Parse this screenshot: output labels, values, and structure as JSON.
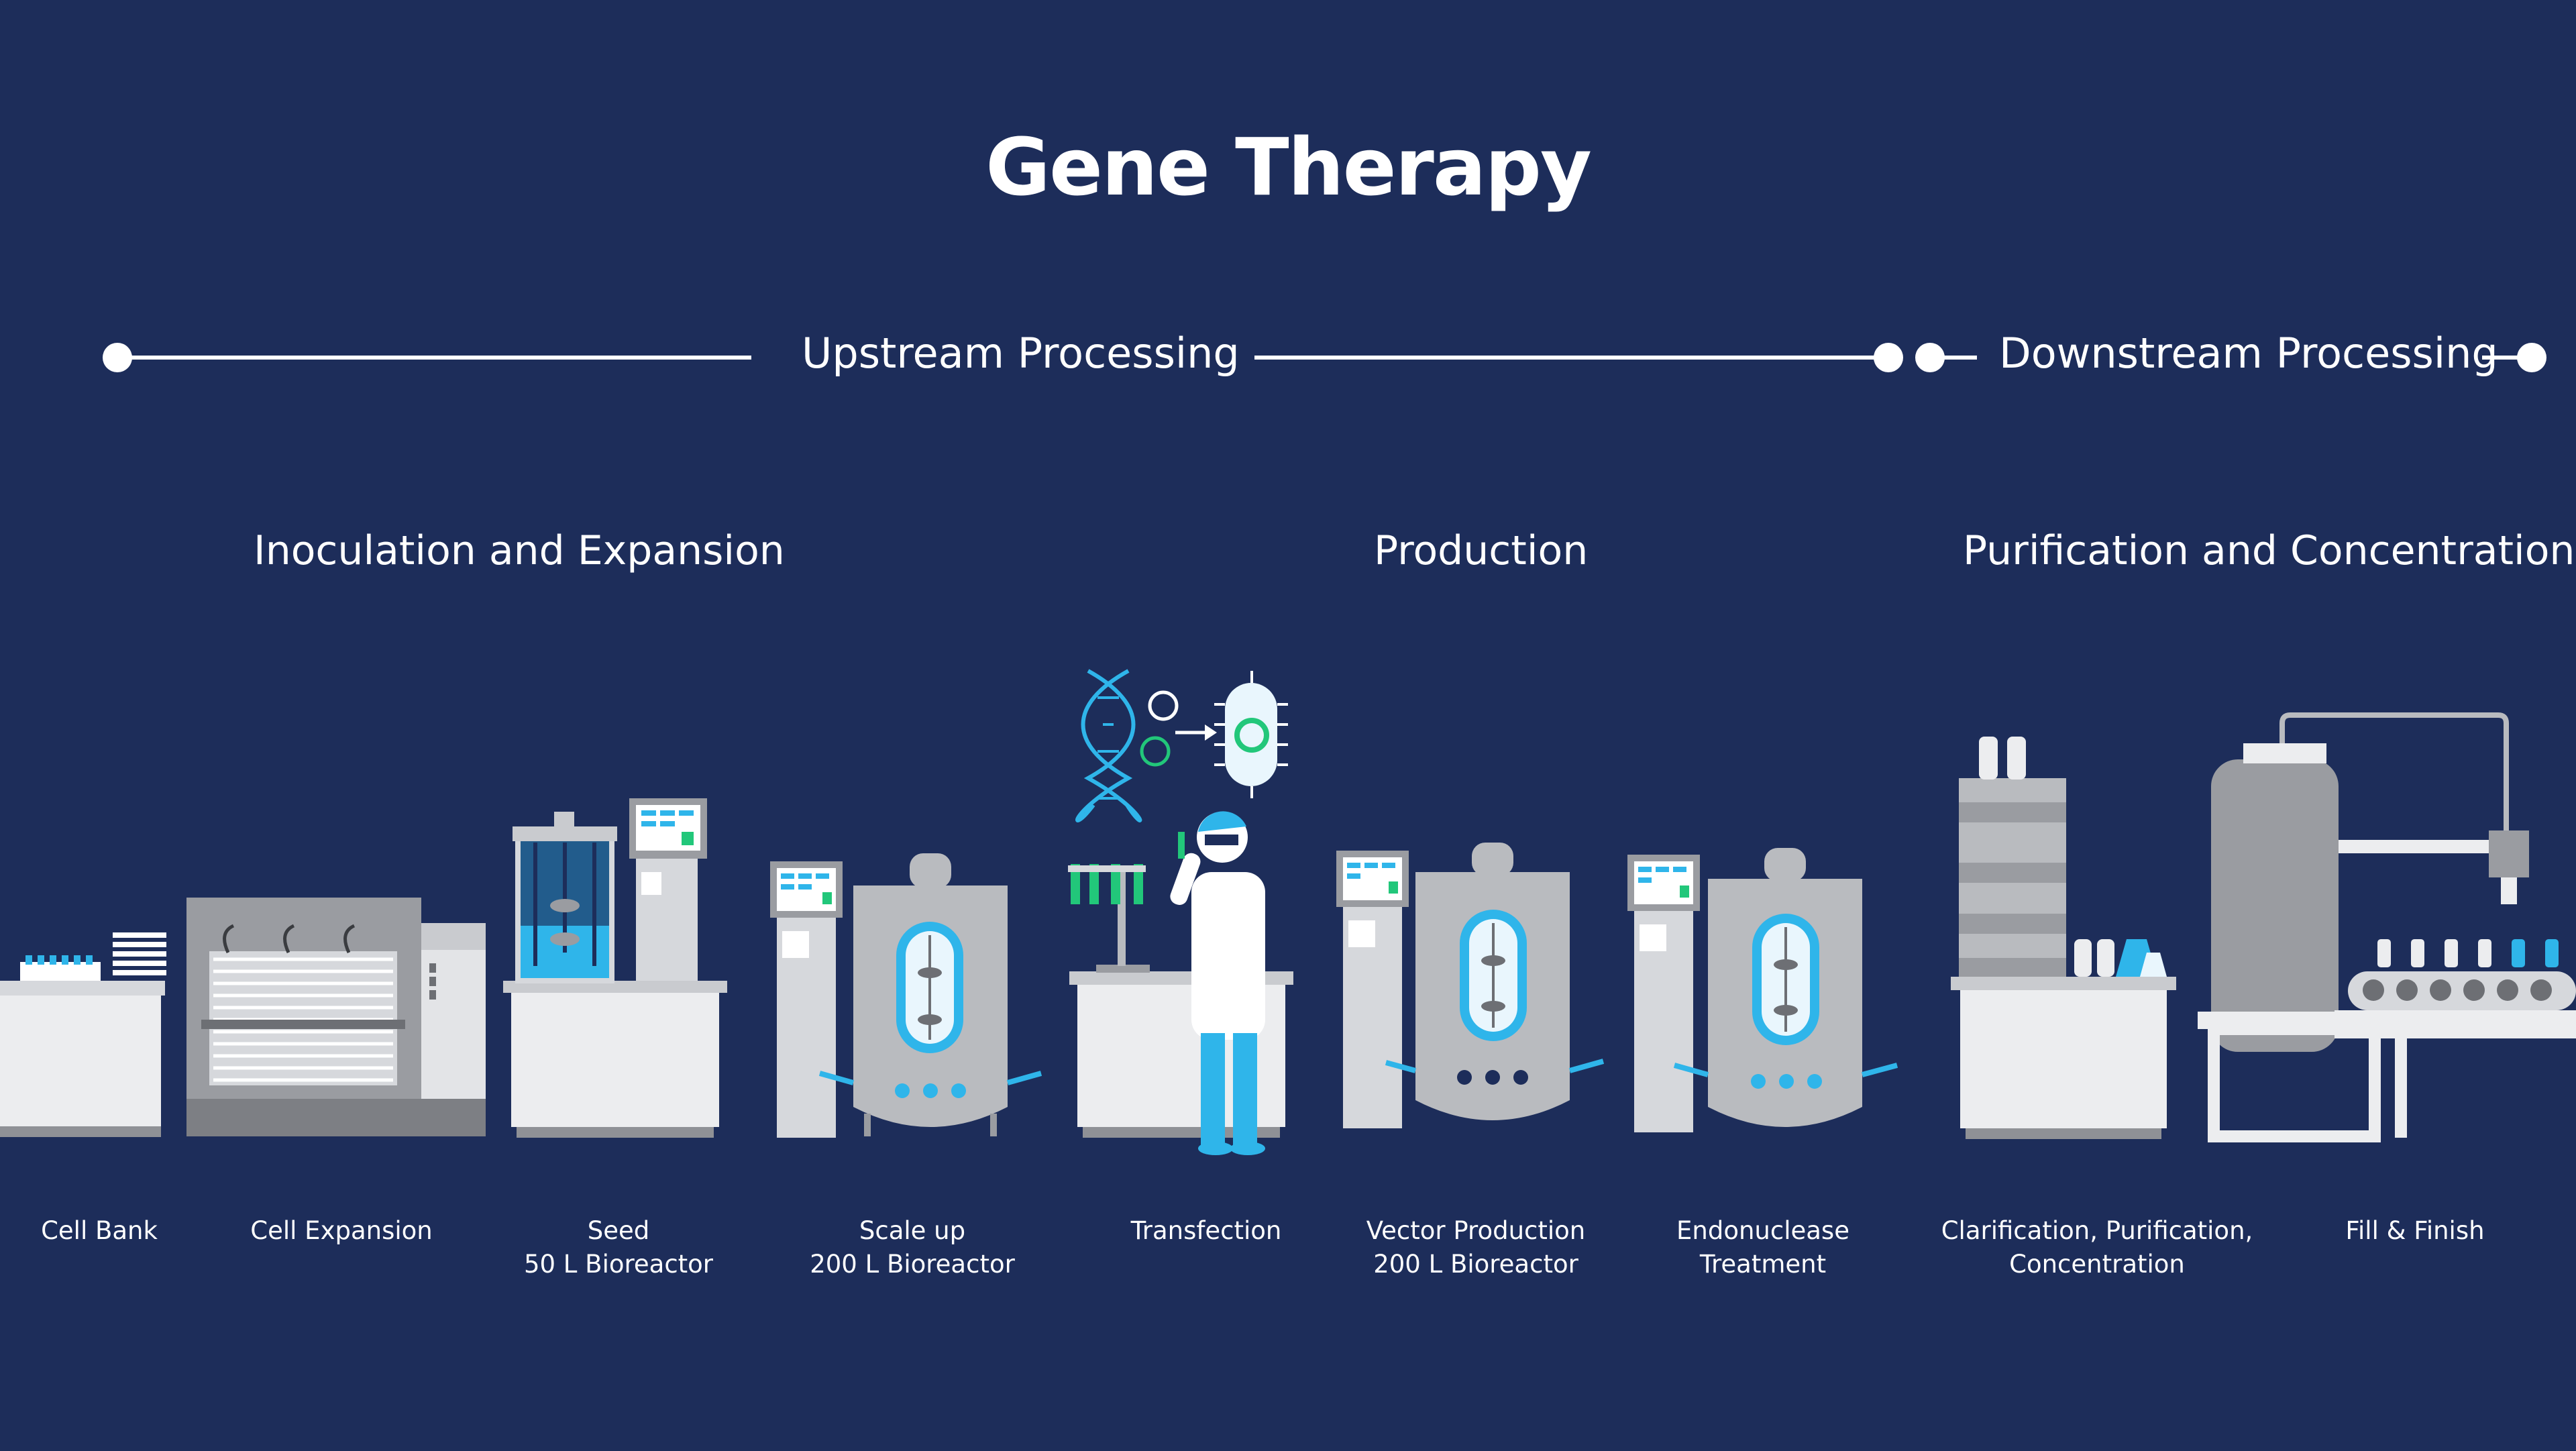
{
  "title": "Gene Therapy",
  "phases": {
    "upstream": "Upstream Processing",
    "downstream": "Downstream Processing"
  },
  "stages": {
    "inoculation": "Inoculation and Expansion",
    "production": "Production",
    "purification": "Purification and Concentration"
  },
  "steps": [
    {
      "line1": "Cell Bank",
      "line2": ""
    },
    {
      "line1": "Cell Expansion",
      "line2": ""
    },
    {
      "line1": "Seed",
      "line2": "50 L Bioreactor"
    },
    {
      "line1": "Scale up",
      "line2": "200 L Bioreactor"
    },
    {
      "line1": "Transfection",
      "line2": ""
    },
    {
      "line1": "Vector Production",
      "line2": "200 L Bioreactor"
    },
    {
      "line1": "Endonuclease",
      "line2": "Treatment"
    },
    {
      "line1": "Clarification, Purification,",
      "line2": "Concentration"
    },
    {
      "line1": "Fill & Finish",
      "line2": ""
    }
  ],
  "colors": {
    "background": "#1d2d5a",
    "accent_blue": "#2fb5ea",
    "accent_green": "#22c77a",
    "equipment_gray": "#b9bbbf"
  }
}
